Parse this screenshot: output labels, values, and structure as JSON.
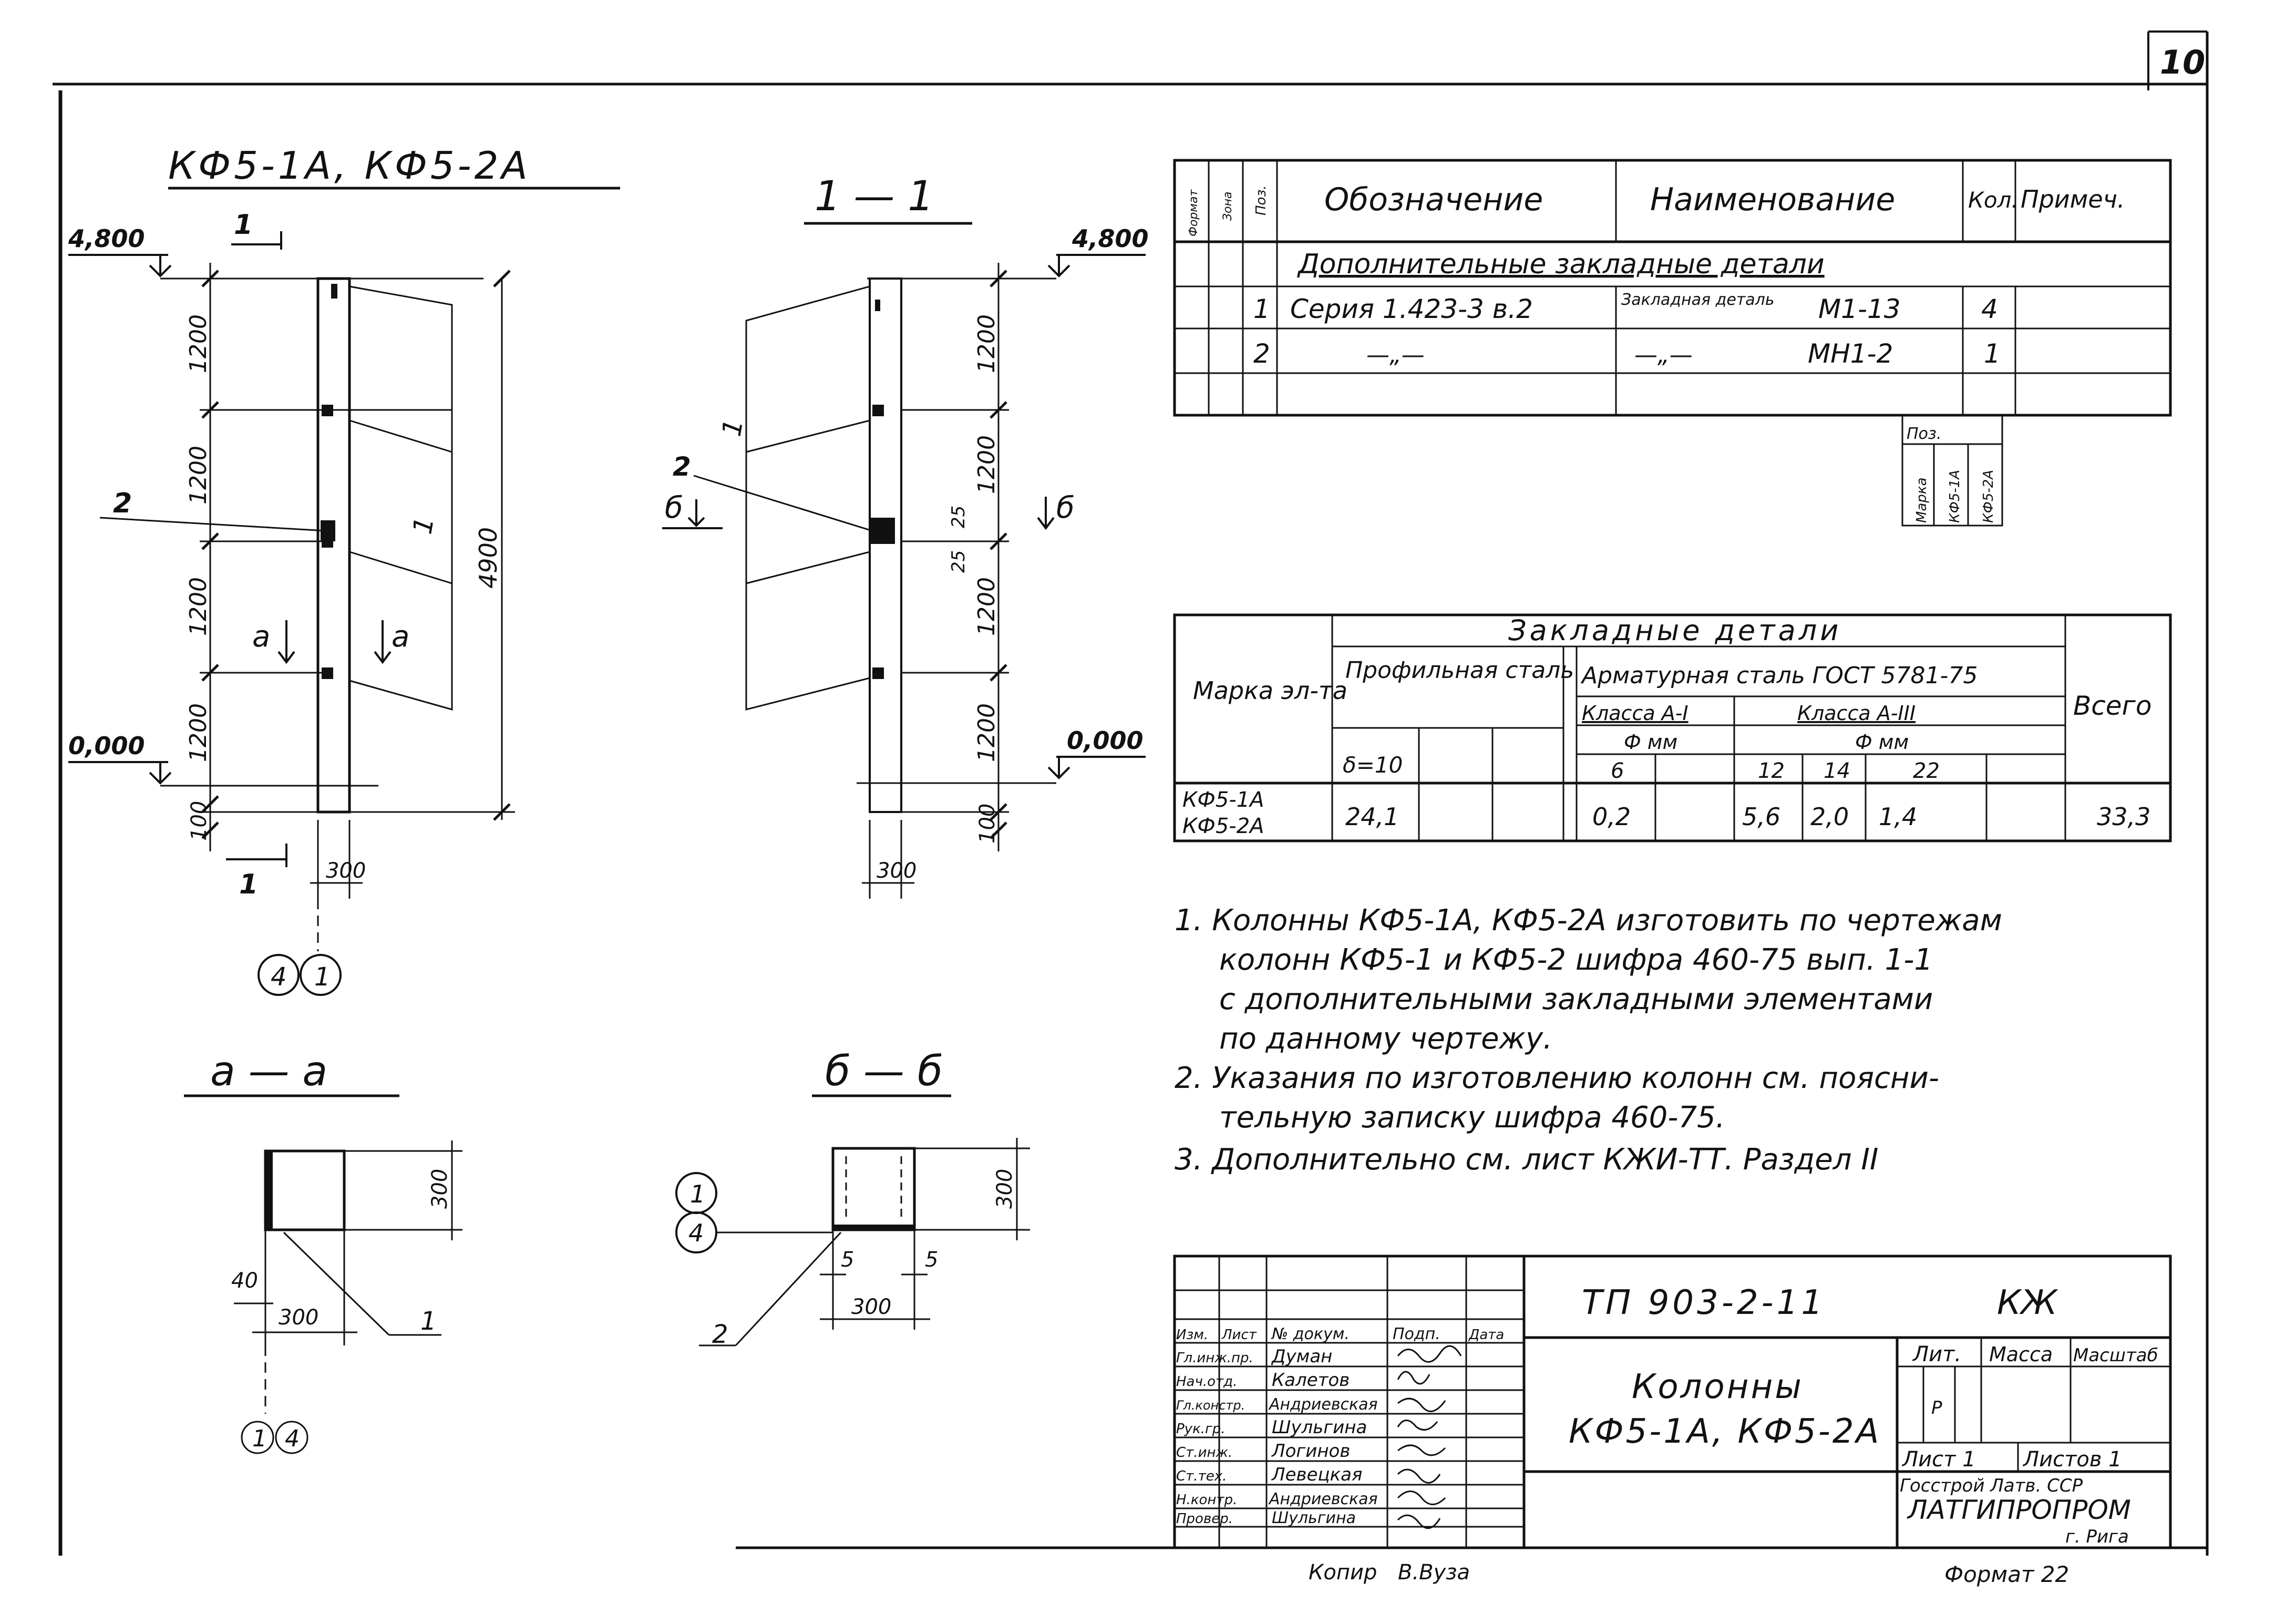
{
  "page_number": "10",
  "elevation_title": "КФ5-1А, КФ5-2А",
  "section_1_title": "1 — 1",
  "section_a_title": "а — а",
  "section_b_title": "б — б",
  "levels": {
    "top": "4,800",
    "bottom": "0,000"
  },
  "dims": {
    "d1200": "1200",
    "d4900": "4900",
    "d100": "100",
    "d300": "300",
    "d25": "25",
    "d40": "40",
    "d5": "5"
  },
  "marks": {
    "m1": "1",
    "m2": "2",
    "m4": "4",
    "sec_a": "а",
    "sec_b": "б"
  },
  "spec_table": {
    "headers": {
      "format": "Формат",
      "zone": "Зона",
      "pos": "Поз.",
      "designation": "Обозначение",
      "name": "Наименование",
      "qty": "Кол.",
      "note": "Примеч."
    },
    "section_title": "Дополнительные закладные детали",
    "rows": [
      {
        "pos": "1",
        "designation": "Серия 1.423-3 в.2",
        "name_type": "Закладная деталь",
        "name_mark": "М1-13",
        "qty": "4"
      },
      {
        "pos": "2",
        "designation": "—„—",
        "name_type": "—„—",
        "name_mark": "МН1-2",
        "qty": "1"
      }
    ],
    "sub": {
      "col": "Поз.",
      "marka": "Марка",
      "m1": "КФ5-1А",
      "m2": "КФ5-2А"
    }
  },
  "embed_table": {
    "title": "Закладные детали",
    "marka_header": "Марка эл-та",
    "profile_header": "Профильная сталь",
    "rebar_header": "Арматурная сталь ГОСТ 5781-75",
    "class_a1": "Класса А-I",
    "class_a3": "Класса А-III",
    "phi_mm": "Ф мм",
    "delta": "δ=10",
    "d6": "6",
    "d12": "12",
    "d14": "14",
    "d22": "22",
    "total_header": "Всего",
    "row_marka_1": "КФ5-1А",
    "row_marka_2": "КФ5-2А",
    "v_profile": "24,1",
    "v6": "0,2",
    "v12": "5,6",
    "v14": "2,0",
    "v22": "1,4",
    "v_total": "33,3"
  },
  "notes": [
    "1. Колонны КФ5-1А, КФ5-2А изготовить по чертежам колонн КФ5-1 и КФ5-2 шифра 460-75 вып. 1-1 с дополнительными закладными элементами по данному чертежу.",
    "2. Указания по изготовлению колонн см. пояснительную записку шифра 460-75.",
    "3. Дополнительно см. лист КЖИ-ТТ. Раздел II"
  ],
  "title_block": {
    "code": "ТП 903-2-11",
    "stage_code": "КЖ",
    "title_1": "Колонны",
    "title_2": "КФ5-1А, КФ5-2А",
    "col_headers": [
      "Изм.",
      "Лист",
      "№ докум.",
      "Подп.",
      "Дата"
    ],
    "people": [
      {
        "role": "Гл.инж.пр.",
        "name": "Думан"
      },
      {
        "role": "Нач.отд.",
        "name": "Калетов"
      },
      {
        "role": "Гл.констр.",
        "name": "Андриевская"
      },
      {
        "role": "Рук.гр.",
        "name": "Шульгина"
      },
      {
        "role": "Ст.инж.",
        "name": "Логинов"
      },
      {
        "role": "Ст.тех.",
        "name": "Левецкая"
      },
      {
        "role": "Н.контр.",
        "name": "Андриевская"
      },
      {
        "role": "Провер.",
        "name": "Шульгина"
      }
    ],
    "lit_header": "Лит.",
    "mass_header": "Масса",
    "scale_header": "Масштаб",
    "lit_value": "Р",
    "sheet": "Лист 1",
    "sheets": "Листов 1",
    "org_1": "Госстрой Латв. ССР",
    "org_2": "ЛАТГИПРОПРОМ",
    "org_3": "г. Рига"
  },
  "copy_label": "Копир",
  "copy_sign": "В.Вуза",
  "format_label": "Формат 22"
}
